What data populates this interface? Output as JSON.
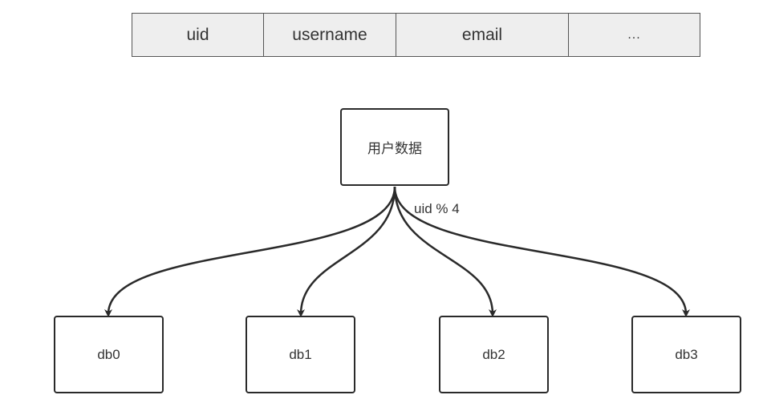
{
  "table": {
    "fields": [
      "uid",
      "username",
      "email",
      "..."
    ]
  },
  "diagram": {
    "root_label": "用户数据",
    "edge_label": "uid % 4",
    "shards": [
      "db0",
      "db1",
      "db2",
      "db3"
    ]
  }
}
